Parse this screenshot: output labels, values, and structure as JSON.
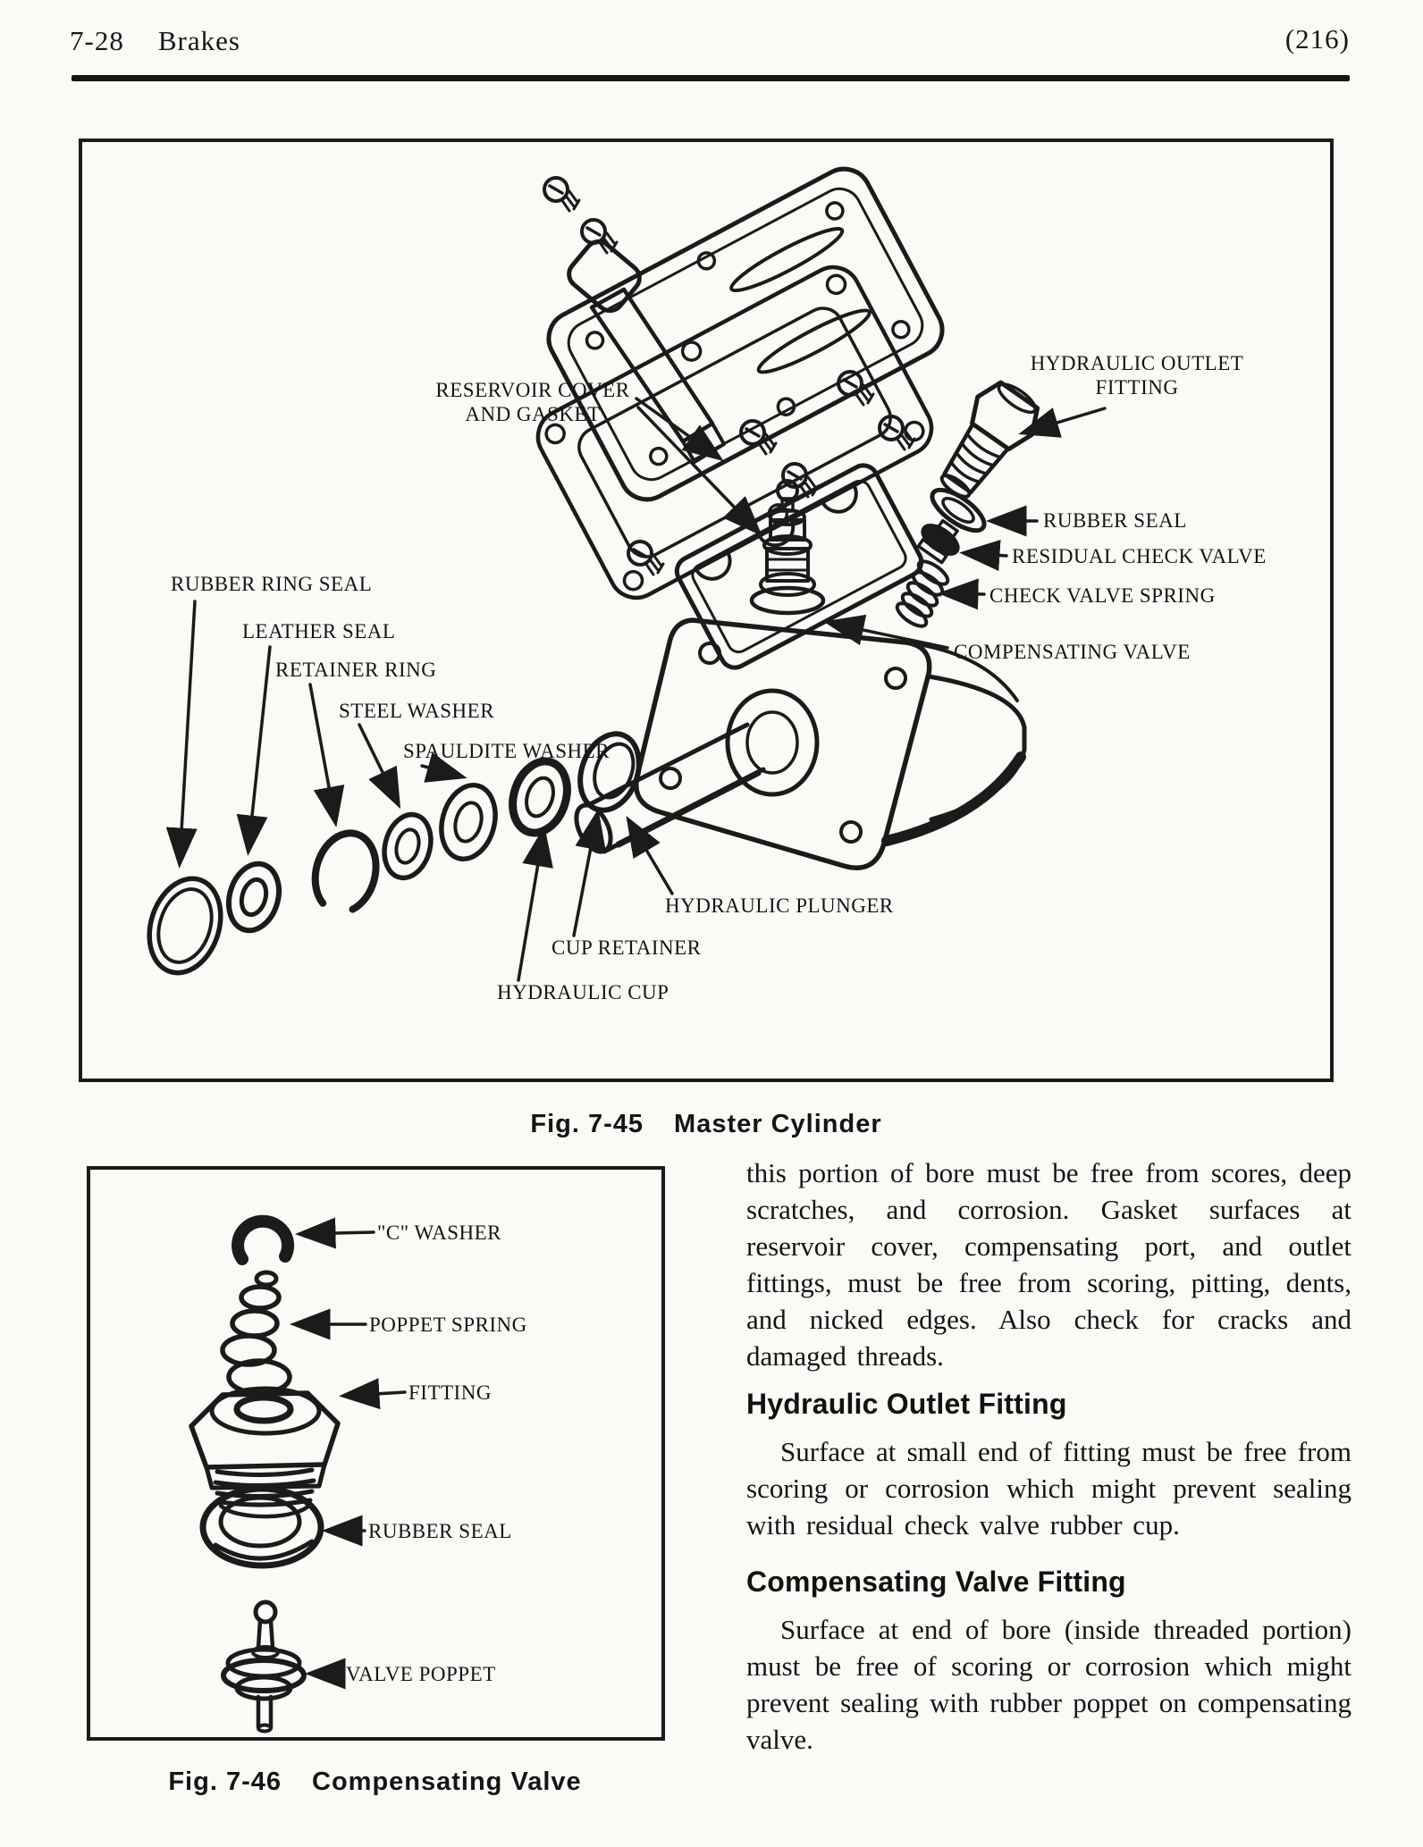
{
  "header": {
    "section_page": "7-28",
    "chapter_title": "Brakes",
    "book_page": "(216)"
  },
  "figure_45": {
    "caption_fig": "Fig. 7-45",
    "caption_title": "Master Cylinder",
    "labels": {
      "reservoir_cover": {
        "line1": "RESERVOIR COVER",
        "line2": "AND GASKET"
      },
      "hydraulic_outlet": {
        "line1": "HYDRAULIC OUTLET",
        "line2": "FITTING"
      },
      "rubber_seal": "RUBBER SEAL",
      "residual_check_valve": "RESIDUAL CHECK VALVE",
      "check_valve_spring": "CHECK VALVE SPRING",
      "compensating_valve": "COMPENSATING VALVE",
      "rubber_ring_seal": "RUBBER RING SEAL",
      "leather_seal": "LEATHER SEAL",
      "retainer_ring": "RETAINER RING",
      "steel_washer": "STEEL WASHER",
      "spauldite_washer": "SPAULDITE WASHER",
      "hydraulic_plunger": "HYDRAULIC PLUNGER",
      "cup_retainer": "CUP RETAINER",
      "hydraulic_cup": "HYDRAULIC CUP"
    }
  },
  "figure_46": {
    "caption_fig": "Fig. 7-46",
    "caption_title": "Compensating Valve",
    "labels": {
      "c_washer": "\"C\" WASHER",
      "poppet_spring": "POPPET SPRING",
      "fitting": "FITTING",
      "rubber_seal": "RUBBER SEAL",
      "valve_poppet": "VALVE POPPET"
    }
  },
  "article": {
    "continued_paragraph": "this portion of bore must be free from scores, deep scratches, and corrosion. Gasket surfaces at reservoir cover, compensating port, and outlet fittings, must be free from scoring, pitting, dents, and nicked edges.  Also check for cracks and damaged threads.",
    "section_1": {
      "heading": "Hydraulic Outlet Fitting",
      "paragraph": "Surface at small end of fitting must be free from scoring or corrosion which might prevent sealing with residual check valve rubber cup."
    },
    "section_2": {
      "heading": "Compensating Valve Fitting",
      "paragraph": "Surface at end of bore (inside threaded portion) must be free of scoring or corrosion which might prevent sealing with rubber poppet on compensating valve."
    }
  },
  "colors": {
    "paper": "#fbfaf7",
    "ink": "#1b1b1b"
  }
}
